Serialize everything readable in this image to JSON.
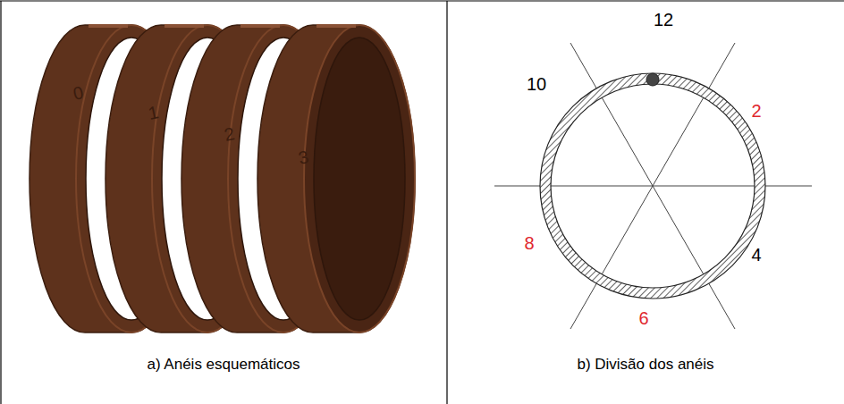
{
  "diagram": {
    "labels": [
      "0",
      "1",
      "2",
      "3",
      "a) Anéis esquemáticos",
      "12",
      "10",
      "2",
      "4",
      "8",
      "6",
      "b) Divisão dos anéis"
    ]
  }
}
